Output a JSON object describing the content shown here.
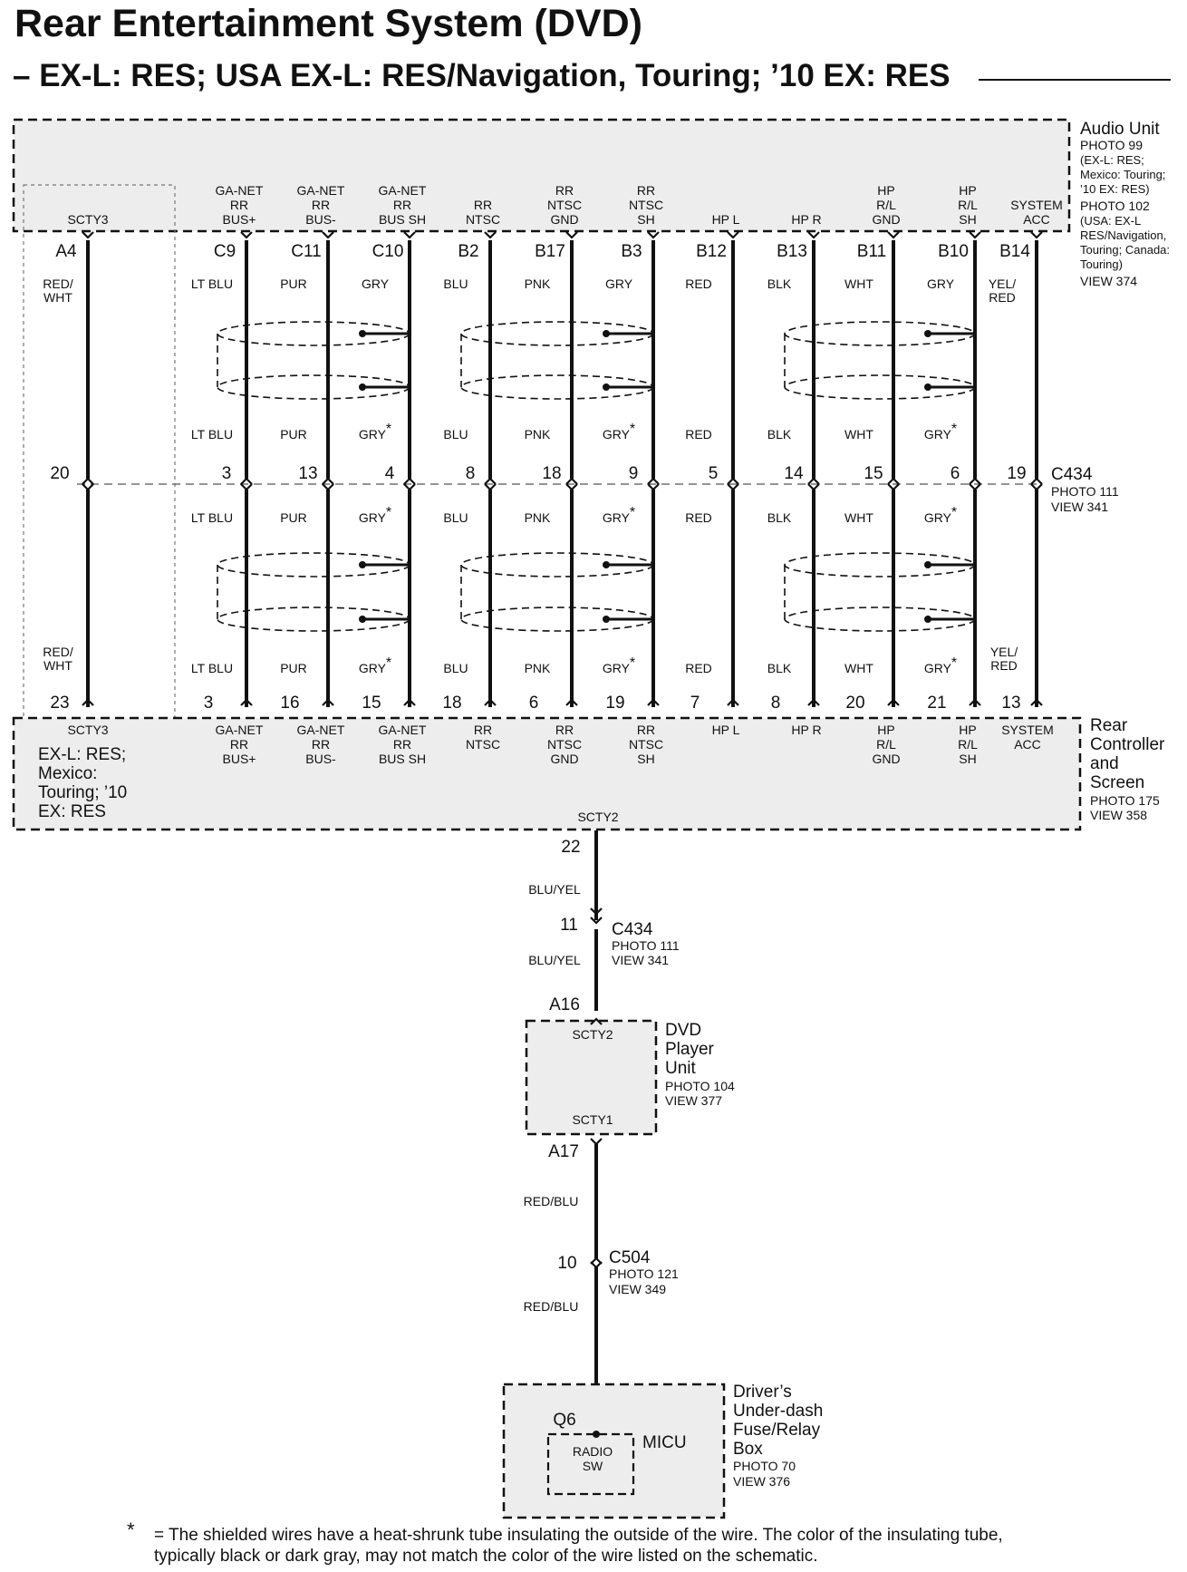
{
  "title": "Rear Entertainment System (DVD)",
  "subtitle": "– EX-L: RES; USA EX-L: RES/Navigation, Touring; ’10 EX: RES",
  "audio_unit": {
    "name": "Audio Unit",
    "photo1": "PHOTO 99",
    "note1": [
      "(EX-L: RES;",
      "Mexico: Touring;",
      "’10 EX: RES)"
    ],
    "photo2": "PHOTO 102",
    "note2": [
      "(USA: EX-L",
      "RES/Navigation,",
      "Touring; Canada:",
      "Touring)"
    ],
    "view": "VIEW 374"
  },
  "rear_controller": {
    "name": [
      "Rear",
      "Controller",
      "and",
      "Screen"
    ],
    "photo": "PHOTO 175",
    "view": "VIEW 358",
    "note": [
      "EX-L: RES;",
      "Mexico:",
      "Touring; ’10",
      "EX: RES"
    ],
    "scty2": "SCTY2"
  },
  "c434": {
    "name": "C434",
    "photo": "PHOTO 111",
    "view": "VIEW 341"
  },
  "wires": [
    {
      "fn": [
        "SCTY3"
      ],
      "top_pin": "A4",
      "color_top": [
        "RED/",
        "WHT"
      ],
      "c434_pin": "20",
      "color_bot": [
        "RED/",
        "WHT"
      ],
      "bot_pin": "23",
      "fn_bot": [
        "SCTY3"
      ]
    },
    {
      "fn": [
        "GA-NET",
        "RR",
        "BUS+"
      ],
      "top_pin": "C9",
      "color_top": [
        "LT BLU"
      ],
      "color_mid_top": [
        "LT BLU"
      ],
      "c434_pin": "3",
      "color_mid_bot": [
        "LT BLU"
      ],
      "color_bot": [
        "LT BLU"
      ],
      "bot_pin": "3",
      "fn_bot": [
        "GA-NET",
        "RR",
        "BUS+"
      ]
    },
    {
      "fn": [
        "GA-NET",
        "RR",
        "BUS-"
      ],
      "top_pin": "C11",
      "color_top": [
        "PUR"
      ],
      "color_mid_top": [
        "PUR"
      ],
      "c434_pin": "13",
      "color_mid_bot": [
        "PUR"
      ],
      "color_bot": [
        "PUR"
      ],
      "bot_pin": "16",
      "fn_bot": [
        "GA-NET",
        "RR",
        "BUS-"
      ]
    },
    {
      "fn": [
        "GA-NET",
        "RR",
        "BUS SH"
      ],
      "top_pin": "C10",
      "color_top": [
        "GRY"
      ],
      "color_mid_top": [
        "GRY*"
      ],
      "c434_pin": "4",
      "color_mid_bot": [
        "GRY*"
      ],
      "color_bot": [
        "GRY*"
      ],
      "bot_pin": "15",
      "fn_bot": [
        "GA-NET",
        "RR",
        "BUS SH"
      ]
    },
    {
      "fn": [
        "RR",
        "NTSC"
      ],
      "top_pin": "B2",
      "color_top": [
        "BLU"
      ],
      "color_mid_top": [
        "BLU"
      ],
      "c434_pin": "8",
      "color_mid_bot": [
        "BLU"
      ],
      "color_bot": [
        "BLU"
      ],
      "bot_pin": "18",
      "fn_bot": [
        "RR",
        "NTSC"
      ]
    },
    {
      "fn": [
        "RR",
        "NTSC",
        "GND"
      ],
      "top_pin": "B17",
      "color_top": [
        "PNK"
      ],
      "color_mid_top": [
        "PNK"
      ],
      "c434_pin": "18",
      "color_mid_bot": [
        "PNK"
      ],
      "color_bot": [
        "PNK"
      ],
      "bot_pin": "6",
      "fn_bot": [
        "RR",
        "NTSC",
        "GND"
      ]
    },
    {
      "fn": [
        "RR",
        "NTSC",
        "SH"
      ],
      "top_pin": "B3",
      "color_top": [
        "GRY"
      ],
      "color_mid_top": [
        "GRY*"
      ],
      "c434_pin": "9",
      "color_mid_bot": [
        "GRY*"
      ],
      "color_bot": [
        "GRY*"
      ],
      "bot_pin": "19",
      "fn_bot": [
        "RR",
        "NTSC",
        "SH"
      ]
    },
    {
      "fn": [
        "HP L"
      ],
      "top_pin": "B12",
      "color_top": [
        "RED"
      ],
      "color_mid_top": [
        "RED"
      ],
      "c434_pin": "5",
      "color_mid_bot": [
        "RED"
      ],
      "color_bot": [
        "RED"
      ],
      "bot_pin": "7",
      "fn_bot": [
        "HP L"
      ]
    },
    {
      "fn": [
        "HP R"
      ],
      "top_pin": "B13",
      "color_top": [
        "BLK"
      ],
      "color_mid_top": [
        "BLK"
      ],
      "c434_pin": "14",
      "color_mid_bot": [
        "BLK"
      ],
      "color_bot": [
        "BLK"
      ],
      "bot_pin": "8",
      "fn_bot": [
        "HP R"
      ]
    },
    {
      "fn": [
        "HP",
        "R/L",
        "GND"
      ],
      "top_pin": "B11",
      "color_top": [
        "WHT"
      ],
      "color_mid_top": [
        "WHT"
      ],
      "c434_pin": "15",
      "color_mid_bot": [
        "WHT"
      ],
      "color_bot": [
        "WHT"
      ],
      "bot_pin": "20",
      "fn_bot": [
        "HP",
        "R/L",
        "GND"
      ]
    },
    {
      "fn": [
        "HP",
        "R/L",
        "SH"
      ],
      "top_pin": "B10",
      "color_top": [
        "GRY"
      ],
      "color_mid_top": [
        "GRY*"
      ],
      "c434_pin": "6",
      "color_mid_bot": [
        "GRY*"
      ],
      "color_bot": [
        "GRY*"
      ],
      "bot_pin": "21",
      "fn_bot": [
        "HP",
        "R/L",
        "SH"
      ]
    },
    {
      "fn": [
        "SYSTEM",
        "ACC"
      ],
      "top_pin": "B14",
      "color_top": [
        "YEL/",
        "RED"
      ],
      "c434_pin": "19",
      "color_bot": [
        "YEL/",
        "RED"
      ],
      "bot_pin": "13",
      "fn_bot": [
        "SYSTEM",
        "ACC"
      ]
    }
  ],
  "lower": {
    "pin22": "22",
    "color1": "BLU/YEL",
    "pin11": "11",
    "c434": {
      "name": "C434",
      "photo": "PHOTO 111",
      "view": "VIEW 341"
    },
    "color2": "BLU/YEL",
    "pinA16": "A16",
    "dvd": {
      "scty2": "SCTY2",
      "scty1": "SCTY1",
      "name": [
        "DVD",
        "Player",
        "Unit"
      ],
      "photo": "PHOTO 104",
      "view": "VIEW 377"
    },
    "pinA17": "A17",
    "color3": "RED/BLU",
    "pin10": "10",
    "c504": {
      "name": "C504",
      "photo": "PHOTO 121",
      "view": "VIEW 349"
    },
    "color4": "RED/BLU",
    "micu_box": {
      "pin": "Q6",
      "sw": [
        "RADIO",
        "SW"
      ],
      "micu": "MICU",
      "name": [
        "Driver’s",
        "Under-dash",
        "Fuse/Relay",
        "Box"
      ],
      "photo": "PHOTO 70",
      "view": "VIEW 376"
    }
  },
  "footnote": {
    "star": "*",
    "text": "= The shielded wires have a heat-shrunk tube insulating the outside of the wire.  The color of the insulating tube, typically black or dark gray, may not match the color of the wire listed on the schematic."
  },
  "colors": {
    "line": "#111111",
    "box_fill": "#ededed",
    "link": "#1a1a9c"
  }
}
